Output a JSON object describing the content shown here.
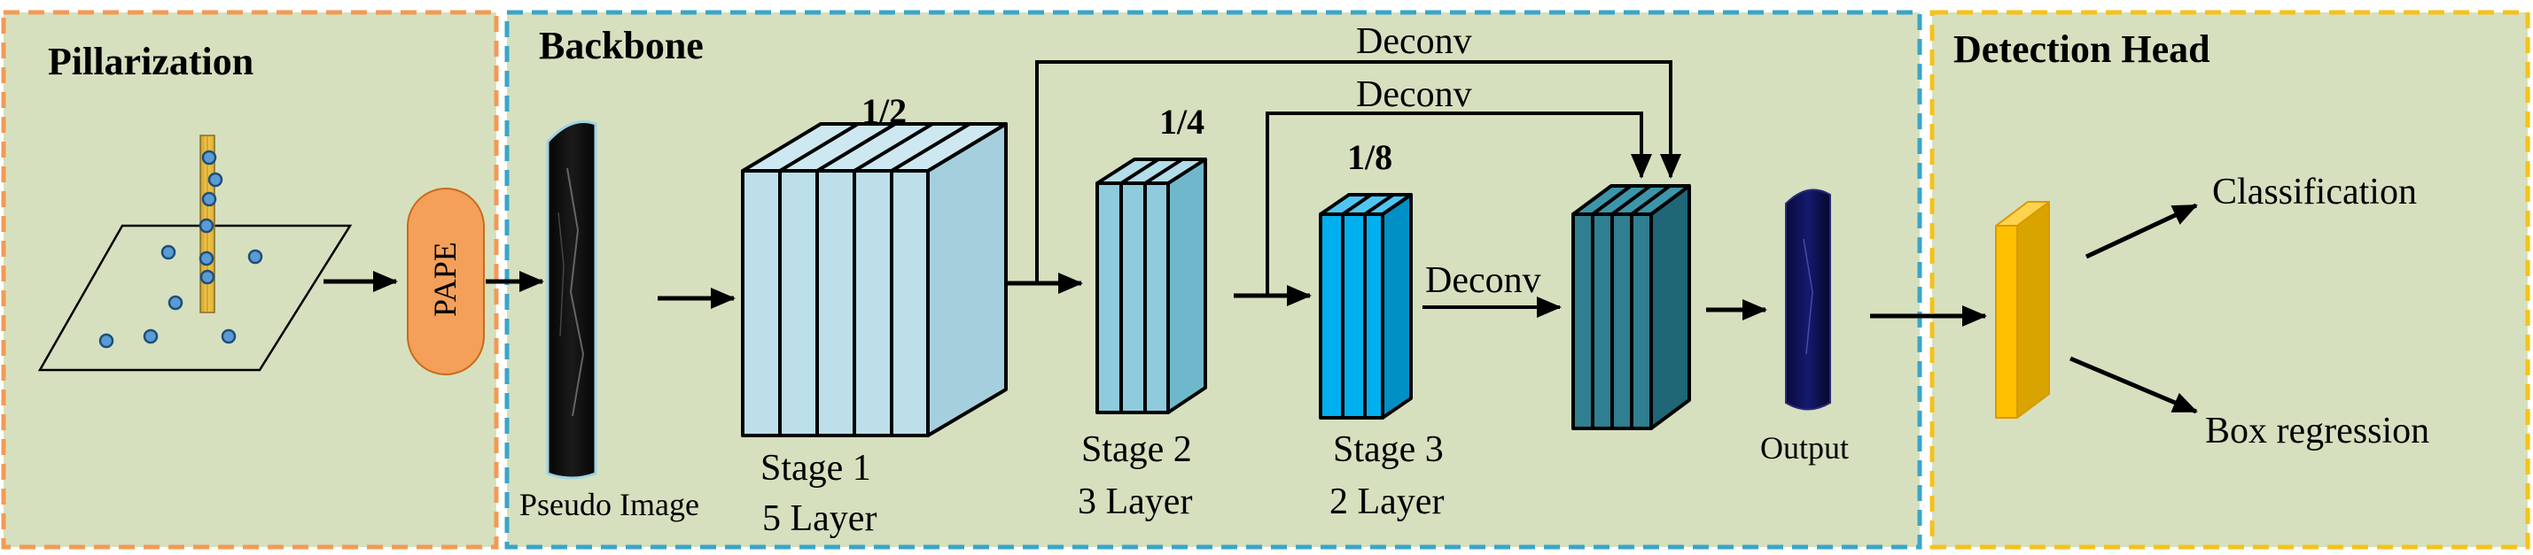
{
  "sections": {
    "pillarization": "Pillarization",
    "backbone": "Backbone",
    "detection_head": "Detection Head"
  },
  "pape_label": "PAPE",
  "pseudo_image_label": "Pseudo Image",
  "stages": [
    {
      "name": "Stage 1",
      "layers": "5 Layer",
      "scale": "1/2"
    },
    {
      "name": "Stage 2",
      "layers": "3 Layer",
      "scale": "1/4"
    },
    {
      "name": "Stage 3",
      "layers": "2 Layer",
      "scale": "1/8"
    }
  ],
  "deconv_label": "Deconv",
  "output_label": "Output",
  "heads": {
    "classification": "Classification",
    "box_regression": "Box regression"
  },
  "colors": {
    "panel_fill": "#d6e0bf",
    "pillar_border": "#f29a55",
    "backbone_border": "#3aa5c8",
    "head_border": "#f6c21a",
    "pape_fill": "#f4a05a",
    "stage1_fill": "#bcdfea",
    "stage2_fill": "#8ecbdc",
    "stage3_fill": "#00b0ee",
    "concat_fill": "#2f7f91",
    "head_block_fill": "#ffc000",
    "point_fill": "#5b9bd5",
    "pillar_fill": "#f7c843"
  }
}
